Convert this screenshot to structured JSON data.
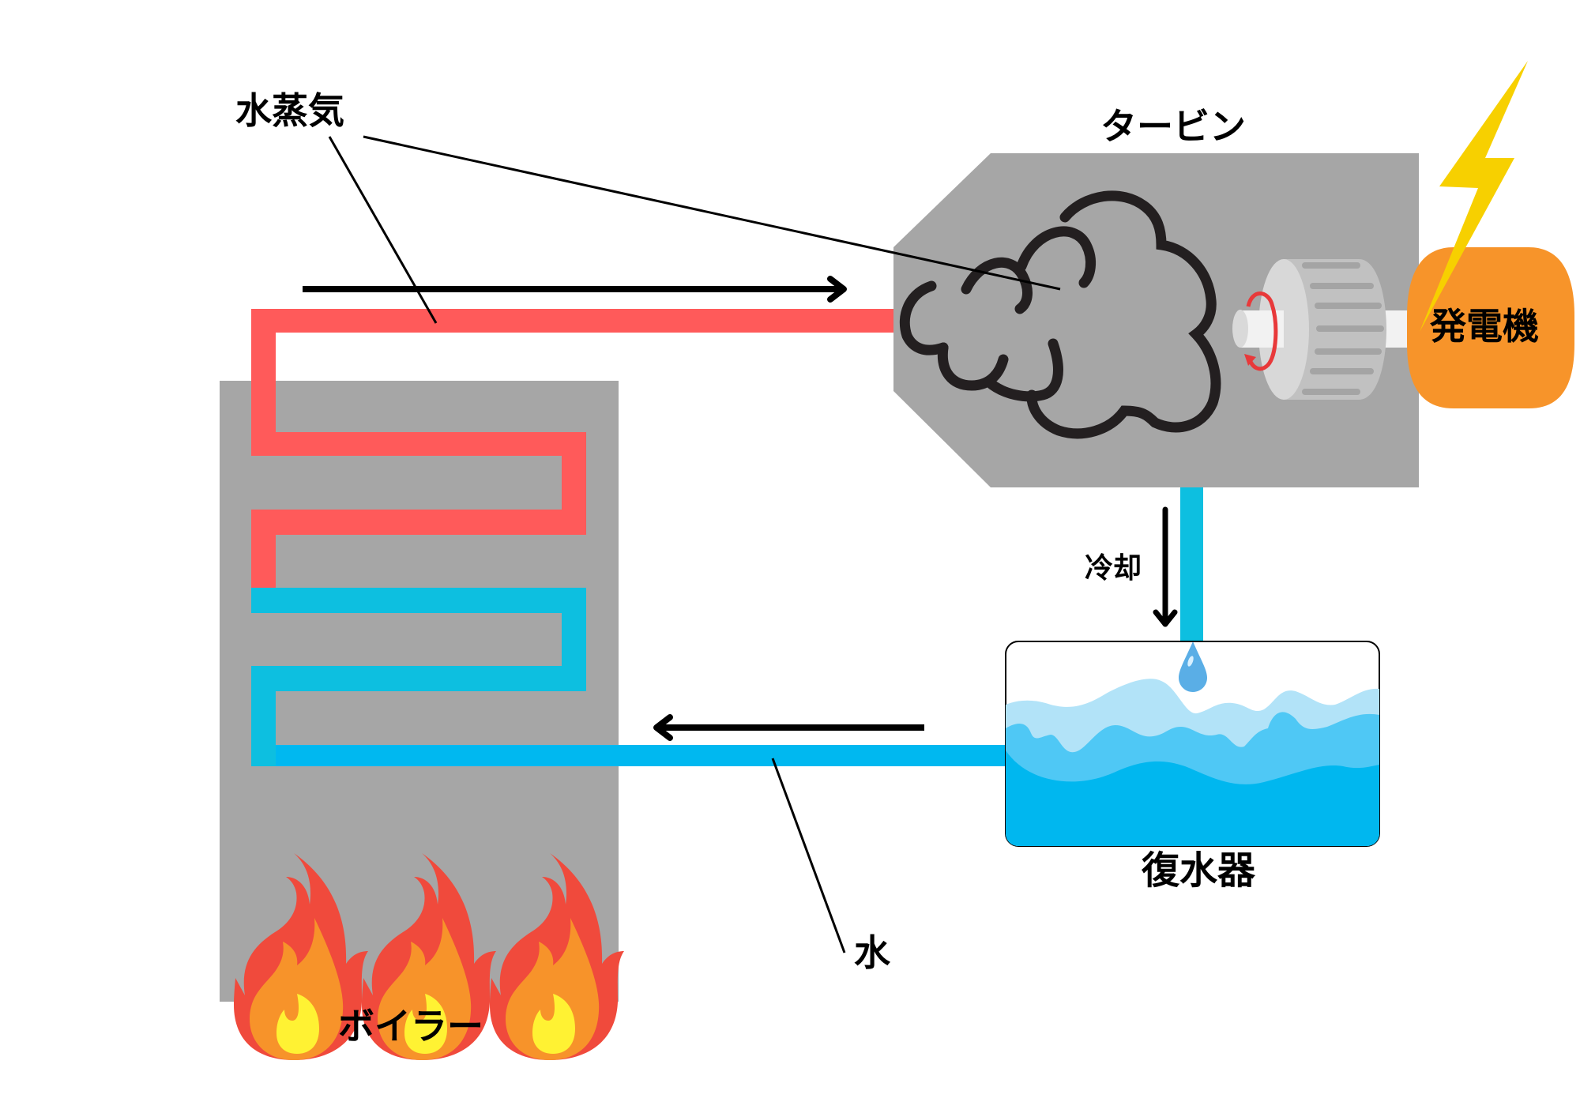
{
  "diagram": {
    "title": "",
    "labels": {
      "steam": "水蒸気",
      "turbine": "タービン",
      "generator": "発電機",
      "cooling": "冷却",
      "condenser": "復水器",
      "water": "水",
      "boiler": "ボイラー"
    },
    "components": [
      {
        "id": "boiler",
        "label": "ボイラー",
        "contains": [
          "fire-icon",
          "fire-icon",
          "fire-icon",
          "serpentine-pipe"
        ]
      },
      {
        "id": "turbine",
        "label": "タービン",
        "contains": [
          "steam-cloud-icon",
          "rotor-icon",
          "rotation-arrow-icon"
        ]
      },
      {
        "id": "generator",
        "label": "発電機",
        "contains": [
          "lightning-icon"
        ]
      },
      {
        "id": "condenser",
        "label": "復水器",
        "contains": [
          "water-drop-icon",
          "water-waves"
        ]
      }
    ],
    "flows": [
      {
        "from": "boiler",
        "to": "turbine",
        "medium": "水蒸気",
        "direction": "right"
      },
      {
        "from": "turbine",
        "to": "condenser",
        "medium": "冷却",
        "direction": "down"
      },
      {
        "from": "condenser",
        "to": "boiler",
        "medium": "水",
        "direction": "left"
      }
    ],
    "colors": {
      "steam_pipe": "#ff5a5a",
      "water_pipe": "#0dbfe0",
      "return_pipe": "#00b8f0",
      "housing": "#a6a6a6",
      "generator": "#f7942a",
      "lightning": "#f7d000",
      "fire_outer": "#f04a3c",
      "fire_mid": "#f7932a",
      "fire_inner": "#fff233",
      "water_light": "#b2e3f8",
      "water_mid": "#4fc8f5",
      "water_deep": "#00b7ef"
    }
  }
}
